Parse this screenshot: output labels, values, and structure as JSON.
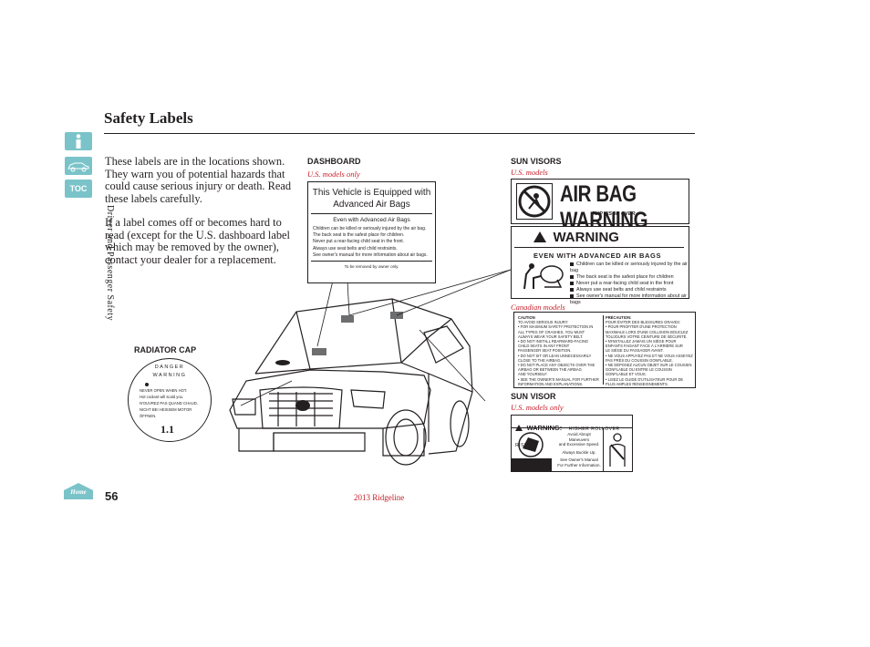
{
  "page": {
    "title": "Safety Labels",
    "page_number": "56",
    "footer": "2013 Ridgeline",
    "side_label": "Driver and Passenger Safety",
    "nav": {
      "info_icon": "i",
      "toc_label": "TOC",
      "home_label": "Home"
    }
  },
  "intro": {
    "p1": "These labels are in the locations shown. They warn you of potential hazards that could cause serious injury or death. Read these labels carefully.",
    "p2": "If a label comes off or becomes hard to read (except for the U.S. dashboard label which may be removed by the owner), contact your dealer for a replacement."
  },
  "dashboard": {
    "caption": "DASHBOARD",
    "sub": "U.S. models only",
    "heading": "This Vehicle is Equipped with Advanced Air Bags",
    "subheading": "Even with Advanced Air Bags",
    "lines": [
      "Children can be killed or seriously injured by the air bag.",
      "The back seat is the safest place for children.",
      "Never put a rear-facing child seat in the front.",
      "Always use seat belts and child restraints.",
      "See owner's manual for more information about air bags."
    ],
    "removal_note": "To be removed by owner only."
  },
  "sun_visors": {
    "caption": "SUN VISORS",
    "sub": "U.S. models",
    "banner": "AIR BAG WARNING",
    "flip_note": "FLIP VISOR OVER",
    "warning_title": "WARNING",
    "warning_sub": "EVEN WITH ADVANCED AIR BAGS",
    "bullets": [
      "Children can be killed or seriously injured by the air bag",
      "The back seat is the safest place for children",
      "Never put a rear-facing child seat in the front",
      "Always use seat belts and child restraints",
      "See owner's manual for more information about air bags"
    ]
  },
  "canadian": {
    "sub": "Canadian models",
    "en_head": "CAUTION",
    "en_lines": [
      "TO AVOID SERIOUS INJURY:",
      "• FOR MAXIMUM SAFETY PROTECTION IN",
      "  ALL TYPES OF CRASHES, YOU MUST",
      "  ALWAYS WEAR YOUR SAFETY BELT.",
      "• DO NOT INSTALL REARWARD-FACING",
      "  CHILD SEATS IN ANY FRONT",
      "  PASSENGER SEAT POSITION.",
      "• DO NOT SIT OR LEAN UNNECESSARILY",
      "  CLOSE TO THE AIRBAG.",
      "• DO NOT PLACE ANY OBJECTS OVER THE",
      "  AIRBAG OR BETWEEN THE AIRBAG",
      "  AND YOURSELF.",
      "• SEE THE OWNER'S MANUAL FOR FURTHER",
      "  INFORMATION AND EXPLANATIONS."
    ],
    "fr_head": "PRÉCAUTION:",
    "fr_lines": [
      "POUR ÉVITER DES BLESSURES GRAVES:",
      "• POUR PROFITER D'UNE PROTECTION",
      "  MAXIMALE LORS D'UNE COLLISION BOUCLEZ",
      "  TOUJOURS VOTRE CEINTURE DE SÉCURITÉ.",
      "• N'INSTALLEZ JAMAIS UN SIÈGE POUR",
      "  ENFANTS FAISANT FACE À L'ARRIÈRE SUR",
      "  LE SIÈGE DU PASSAGER AVANT.",
      "• NE VOUS APPUYEZ PAS ET NE VOUS ASSEYEZ",
      "  PAS PRÈS DU COUSSIN GONFLABLE.",
      "• NE DÉPOSEZ AUCUN OBJET SUR LE COUSSIN",
      "  GONFLABLE OU ENTRE LE COUSSIN",
      "  GONFLABLE ET VOUS.",
      "• LISEZ LE GUIDE D'UTILISATEUR POUR DE",
      "  PLUS AMPLES RENSEIGNEMENTS."
    ]
  },
  "sun_visor": {
    "caption": "SUN VISOR",
    "sub": "U.S. models only",
    "warning_title": "WARNING:",
    "warning_sub": "HIGHER ROLLOVER RISK",
    "lines": [
      "Avoid Abrupt Maneuvers",
      "and Excessive Speed.",
      "Always Buckle Up.",
      "See Owner's Manual",
      "For Further Information."
    ]
  },
  "radiator": {
    "caption": "RADIATOR CAP",
    "danger": "DANGER",
    "warning": "WARNING",
    "lines": [
      "NEVER OPEN WHEN HOT.",
      "Hot coolant will scald you.",
      "N'OUVREZ PAS QUAND CHAUD.",
      "NICHT BEI HEISSEM MOTOR ÖFFNEN."
    ],
    "pressure": "1.1"
  }
}
